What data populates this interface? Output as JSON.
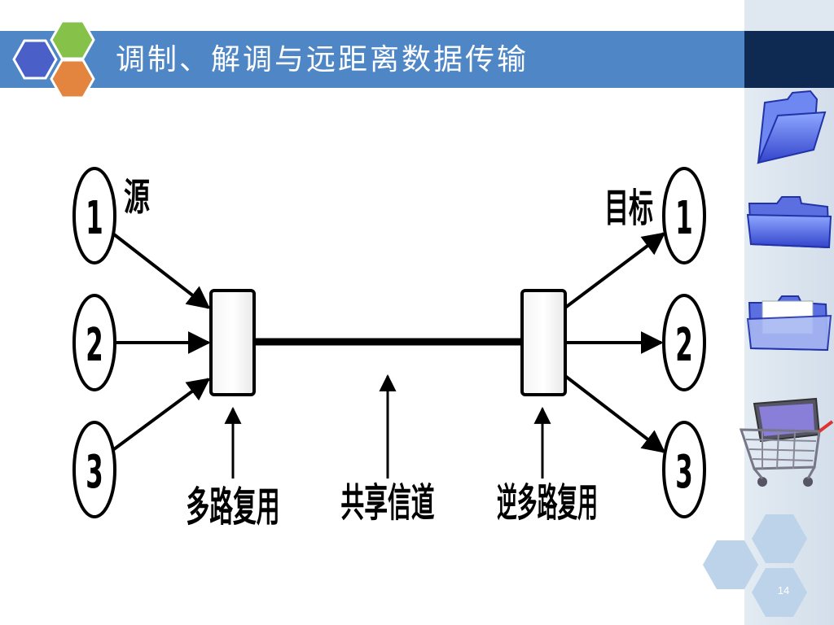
{
  "slide": {
    "title": "调制、解调与远距离数据传输",
    "page_number": "14"
  },
  "diagram": {
    "source_label": "源",
    "target_label": "目标",
    "source_nodes": [
      "1",
      "2",
      "3"
    ],
    "target_nodes": [
      "1",
      "2",
      "3"
    ],
    "mux_label": "多路复用",
    "channel_label": "共享信道",
    "demux_label": "逆多路复用"
  },
  "theme": {
    "title_bar_color": "#4f86c6",
    "title_bar_dark": "#0f2a52",
    "hex_blue": "#4a5fc8",
    "hex_green": "#86c24a",
    "hex_orange": "#e3843f",
    "hex_pale": "#bcd3ea"
  },
  "icons": [
    "folder-open-icon",
    "folder-closed-icon",
    "folder-documents-icon",
    "shopping-cart-laptop-icon"
  ]
}
